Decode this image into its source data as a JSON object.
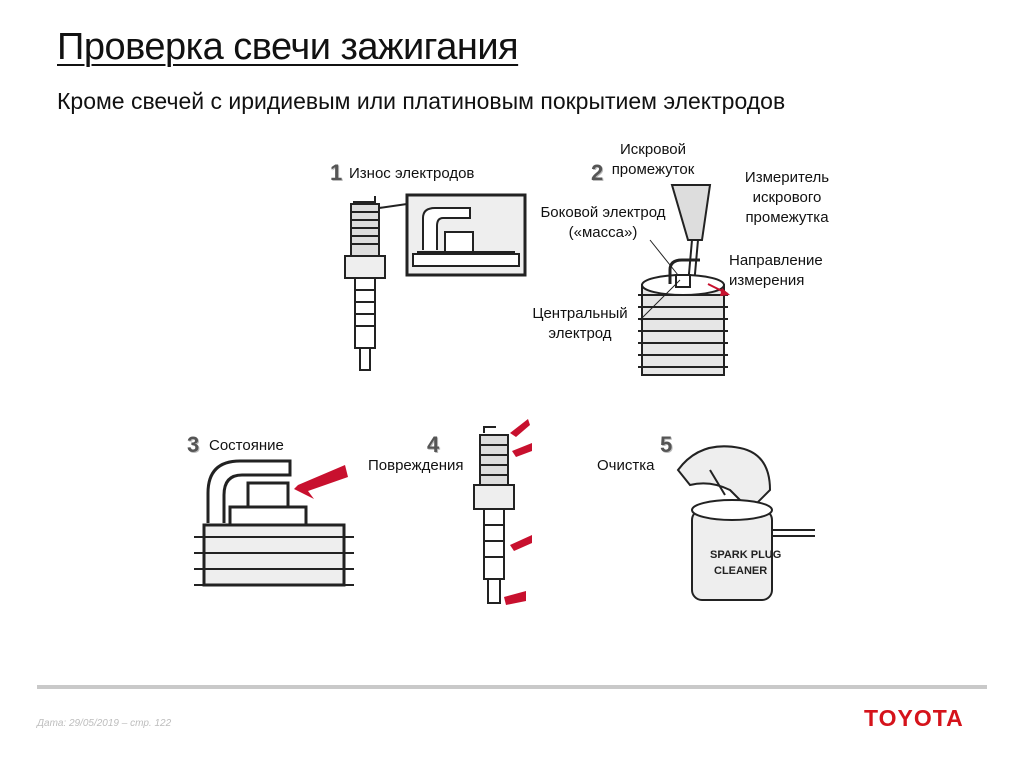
{
  "slide": {
    "title": "Проверка свечи зажигания",
    "subtitle": "Кроме свечей с иридиевым или платиновым покрытием электродов"
  },
  "steps": [
    {
      "number": "1",
      "label": "Износ электродов"
    },
    {
      "number": "2",
      "callouts": {
        "spark_gap": [
          "Искровой",
          "промежуток"
        ],
        "gauge": [
          "Измеритель",
          "искрового",
          "промежутка"
        ],
        "side_electrode": [
          "Боковой электрод",
          "(«масса»)"
        ],
        "direction": [
          "Направление",
          "измерения"
        ],
        "center_electrode": [
          "Центральный",
          "электрод"
        ]
      }
    },
    {
      "number": "3",
      "label": "Состояние"
    },
    {
      "number": "4",
      "label": "Повреждения"
    },
    {
      "number": "5",
      "label": "Очистка",
      "cleaner_text": [
        "SPARK PLUG",
        "CLEANER"
      ]
    }
  ],
  "footer": {
    "date_page": "Дата: 29/05/2019 – стр.  122",
    "logo": "TOYOTA"
  },
  "colors": {
    "arrow": "#c8102e",
    "logo": "#d5131b",
    "footer": "#c9c9c9"
  }
}
